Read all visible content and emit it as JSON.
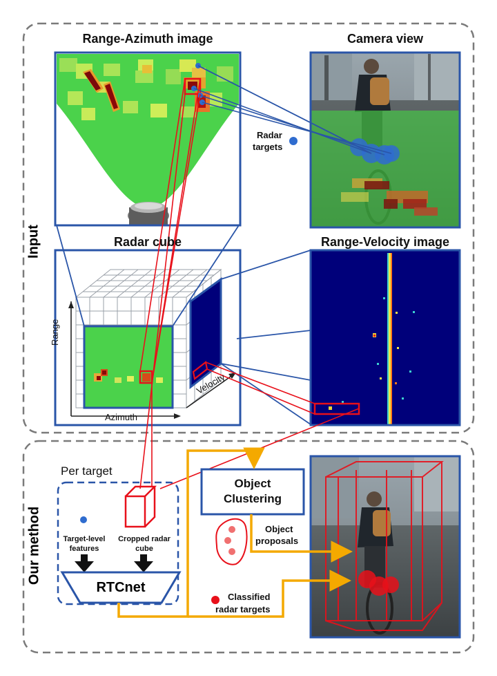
{
  "sections": {
    "input_label": "Input",
    "method_label": "Our method"
  },
  "panels": {
    "range_azimuth_title": "Range-Azimuth image",
    "camera_view_title": "Camera view",
    "radar_cube_title": "Radar cube",
    "range_velocity_title": "Range-Velocity image"
  },
  "annotations": {
    "radar_targets_line1": "Radar",
    "radar_targets_line2": "targets",
    "axis_range": "Range",
    "axis_azimuth": "Azimuth",
    "axis_velocity": "Velocity"
  },
  "method": {
    "per_target": "Per target",
    "target_level_line1": "Target-level",
    "target_level_line2": "features",
    "cropped_line1": "Cropped radar",
    "cropped_line2": "cube",
    "rtcnet": "RTCnet",
    "object_clustering_line1": "Object",
    "object_clustering_line2": "Clustering",
    "object_proposals_line1": "Object",
    "object_proposals_line2": "proposals",
    "classified_line1": "Classified",
    "classified_line2": "radar targets"
  },
  "colors": {
    "border_blue": "#2a55a8",
    "radar_green": "#4bd24b",
    "dark_navy": "#00007a",
    "highlight_red": "#e8101a",
    "flow_orange": "#f4a900",
    "target_blue": "#2f6ccf"
  },
  "icons": [
    "radar-sensor-icon",
    "cyclist-photo",
    "down-arrow-icon"
  ]
}
